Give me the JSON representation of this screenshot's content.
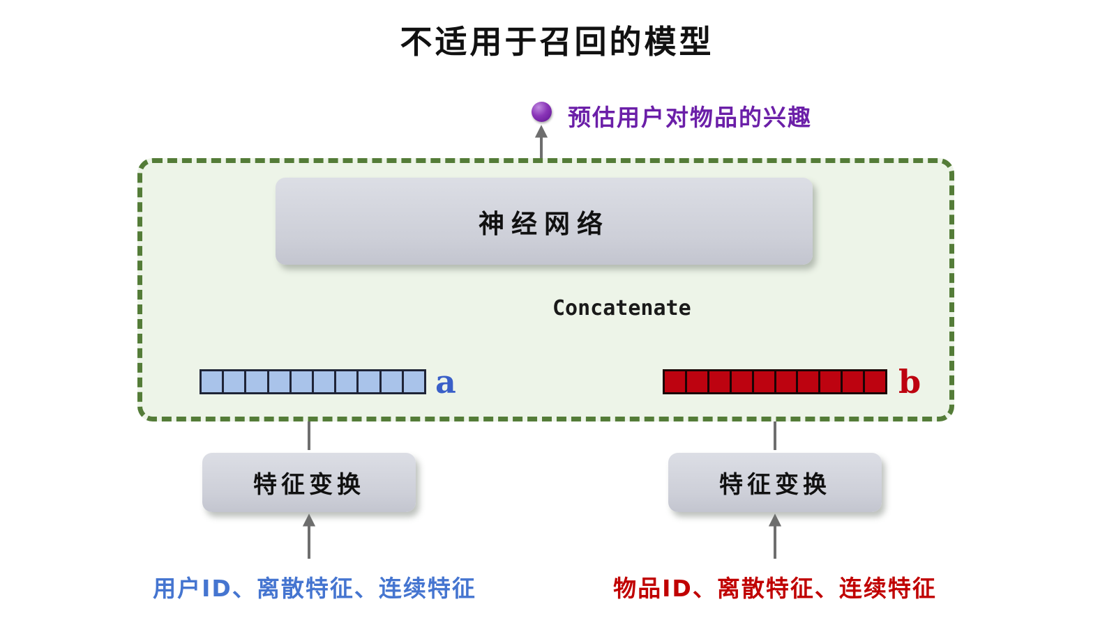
{
  "title": "不适用于召回的模型",
  "prediction": {
    "label": "预估用户对物品的兴趣",
    "color": "#6b1fa8",
    "dot_color": "#7a1fa8"
  },
  "neural_network": {
    "label": "神经网络"
  },
  "concatenate": {
    "label": "Concatenate"
  },
  "vector_a": {
    "label": "a",
    "cell_count": 10,
    "fill": "#a9c3ea",
    "border": "#1f2437",
    "label_color": "#3a5fc8"
  },
  "vector_b": {
    "label": "b",
    "cell_count": 10,
    "fill": "#bd0310",
    "border": "#1a0505",
    "label_color": "#bd0310"
  },
  "transform_left": {
    "label": "特征变换"
  },
  "transform_right": {
    "label": "特征变换"
  },
  "input_left": {
    "label": "用户ID、离散特征、连续特征",
    "color": "#4575d0"
  },
  "input_right": {
    "label": "物品ID、离散特征、连续特征",
    "color": "#c00000"
  },
  "frame_color": "#547c38",
  "arrow_color": "#6e6e6e"
}
